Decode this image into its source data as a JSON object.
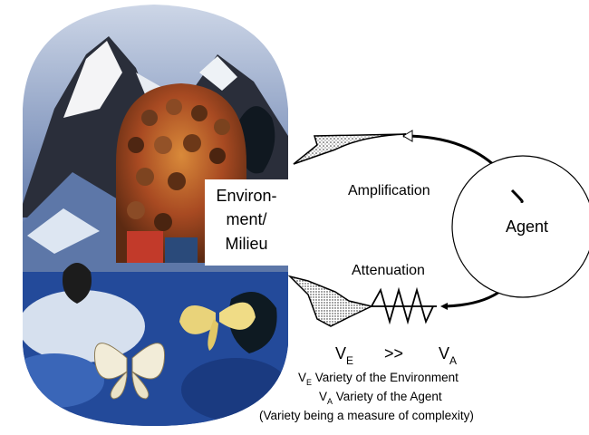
{
  "environment": {
    "line1": "Environ-",
    "line2": "ment/",
    "line3": "Milieu"
  },
  "agent": {
    "label": "Agent"
  },
  "arrows": {
    "amplification": "Amplification",
    "attenuation": "Attenuation"
  },
  "formula": {
    "v": "V",
    "e_sub": "E",
    "a_sub": "A",
    "relation": ">>"
  },
  "legend": {
    "env_text": "Variety of the Environment",
    "agent_text": "Variety of the Agent",
    "note": "(Variety being a measure of complexity)"
  }
}
